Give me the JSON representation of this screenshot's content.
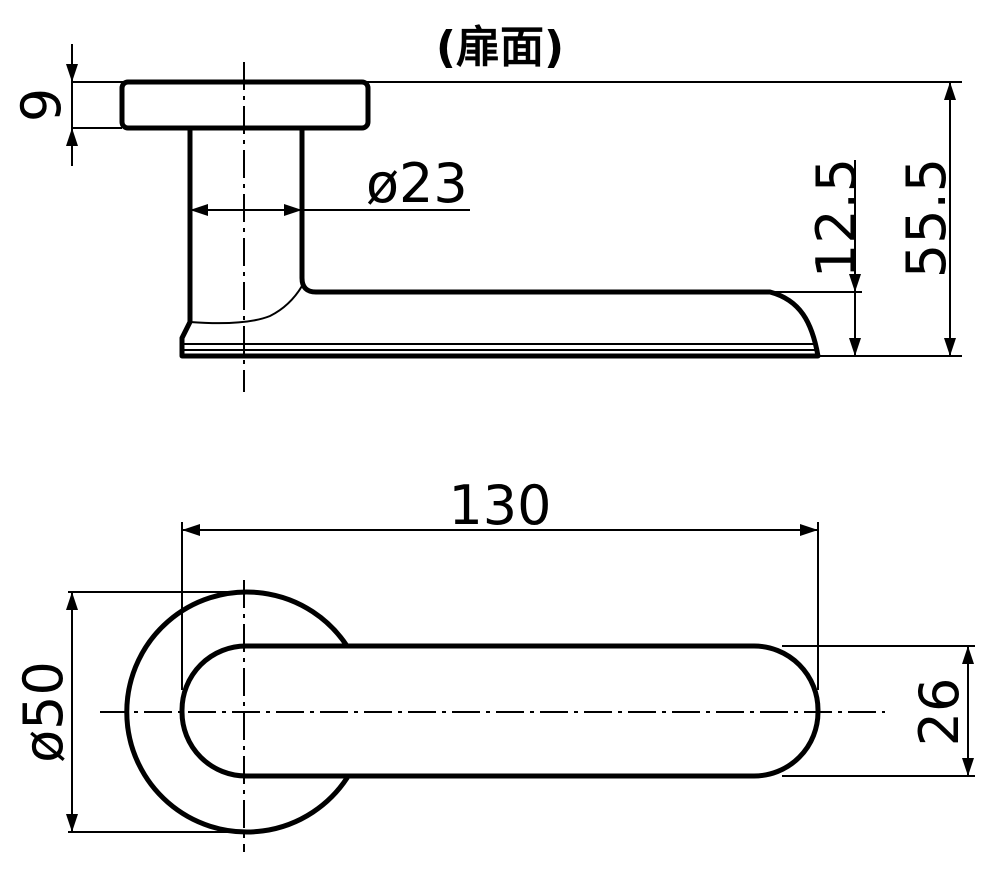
{
  "title": "(扉面)",
  "dimensions": {
    "rose_thickness": "9",
    "neck_diameter": "ø23",
    "lever_thickness": "12.5",
    "total_projection": "55.5",
    "lever_length": "130",
    "rose_diameter": "ø50",
    "lever_width": "26"
  },
  "colors": {
    "line": "#000000",
    "background": "#ffffff"
  }
}
